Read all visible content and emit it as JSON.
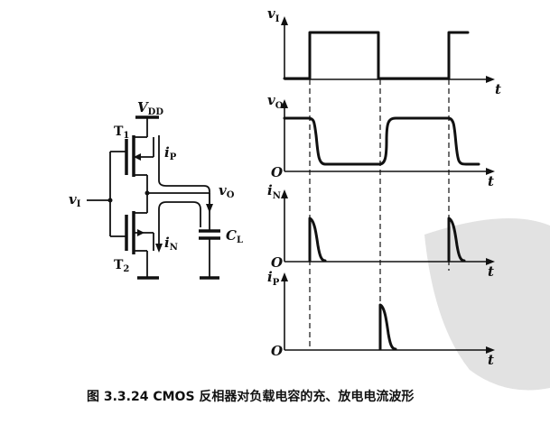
{
  "caption": "图 3.3.24  CMOS 反相器对负载电容的充、放电电流波形",
  "circuit": {
    "vdd": {
      "main": "V",
      "sub": "DD"
    },
    "t1": {
      "main": "T",
      "sub": "1"
    },
    "t2": {
      "main": "T",
      "sub": "2"
    },
    "vin": {
      "main": "v",
      "sub": "I"
    },
    "vout": {
      "main": "v",
      "sub": "O"
    },
    "ip": {
      "main": "i",
      "sub": "P"
    },
    "in": {
      "main": "i",
      "sub": "N"
    },
    "cl": {
      "main": "C",
      "sub": "L"
    }
  },
  "plots": {
    "vi": {
      "main": "v",
      "sub": "I"
    },
    "vo": {
      "main": "v",
      "sub": "O"
    },
    "in": {
      "main": "i",
      "sub": "N"
    },
    "ip": {
      "main": "i",
      "sub": "P"
    },
    "origin": "O",
    "time": "t"
  }
}
